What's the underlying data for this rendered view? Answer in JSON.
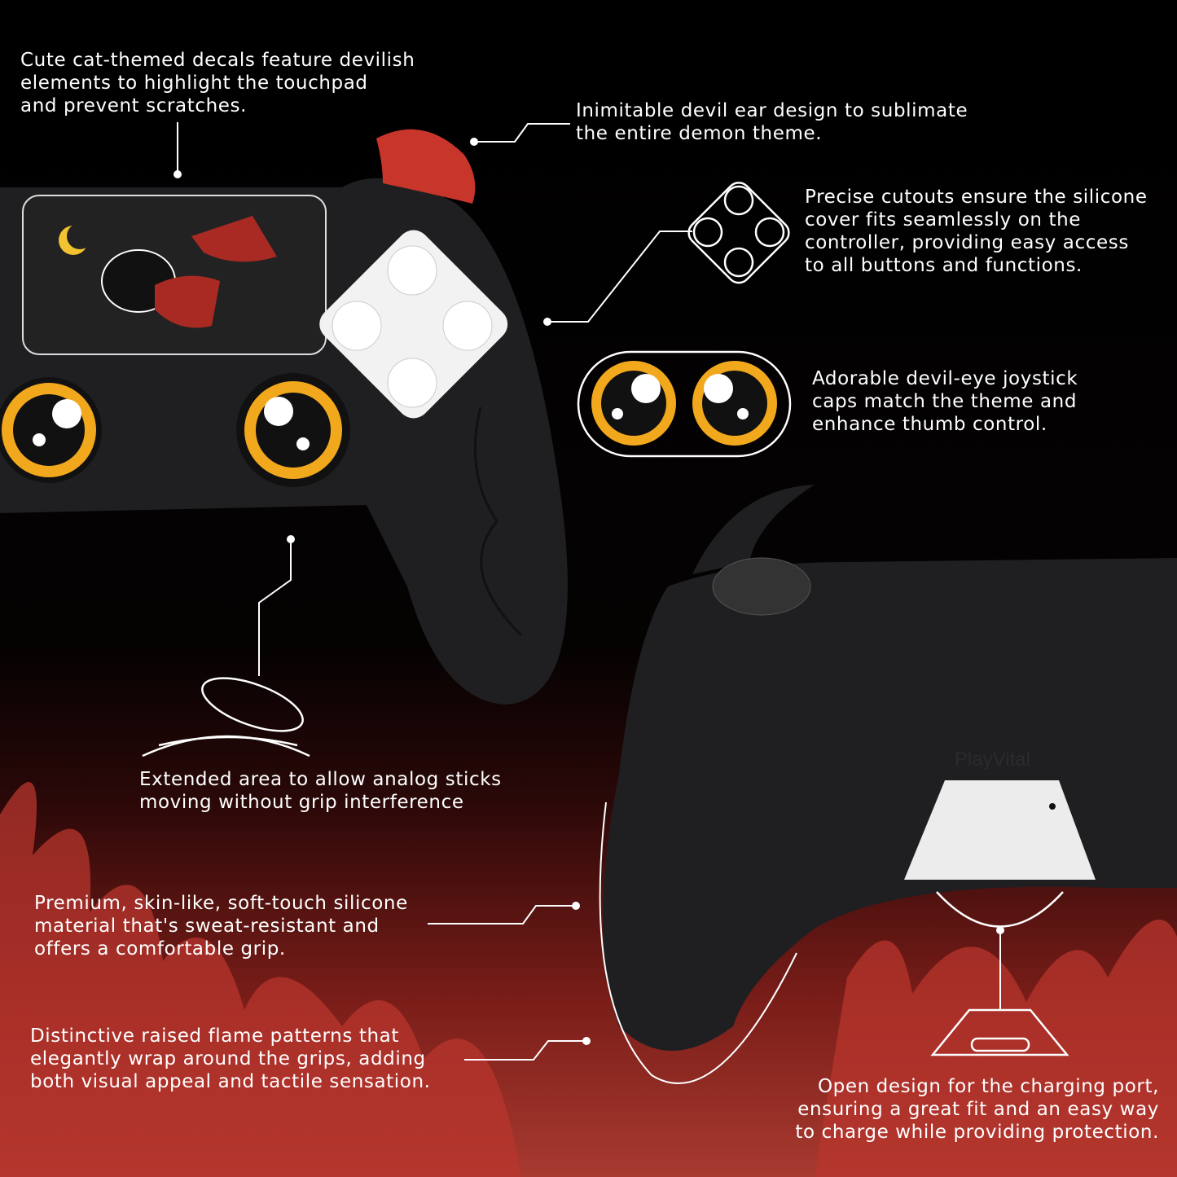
{
  "captions": {
    "touchpad": "Cute cat-themed decals feature devilish\nelements to highlight the touchpad\nand prevent scratches.",
    "devil_ear": "Inimitable devil ear design to sublimate\nthe entire demon theme.",
    "cutouts": "Precise cutouts ensure the silicone\ncover fits seamlessly on the\ncontroller, providing easy access\nto all buttons and functions.",
    "joystick": "Adorable devil-eye joystick\ncaps match the theme and\nenhance thumb control.",
    "extended_area": "Extended area to allow analog sticks\nmoving without grip interference",
    "premium": "Premium, skin-like, soft-touch silicone\nmaterial that's sweat-resistant and\noffers a comfortable grip.",
    "flame": "Distinctive raised flame patterns that\nelegantly wrap around the grips, adding\nboth visual appeal and tactile sensation.",
    "charging": "Open design for the charging port,\nensuring a great fit and an easy way\nto charge while providing protection."
  },
  "brand_watermark": "PlayVital",
  "colors": {
    "horn": "#c8352a",
    "eye_ring": "#f2a81d",
    "cover": "#1f1f22",
    "flame": "#b8362d"
  }
}
